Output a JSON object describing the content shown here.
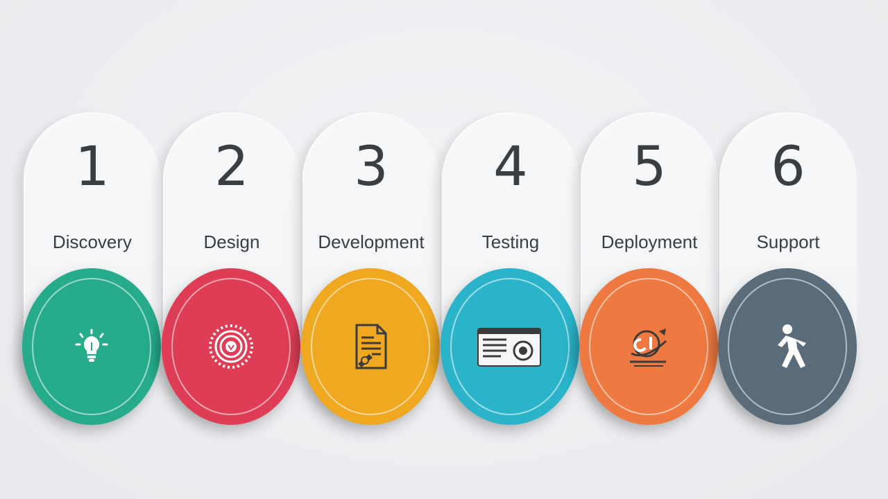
{
  "steps": [
    {
      "number": "1",
      "label": "Discovery",
      "color": "#26ab8b",
      "icon": "lightbulb-icon"
    },
    {
      "number": "2",
      "label": "Design",
      "color": "#de3d55",
      "icon": "target-gear-icon"
    },
    {
      "number": "3",
      "label": "Development",
      "color": "#efa820",
      "icon": "document-pen-icon"
    },
    {
      "number": "4",
      "label": "Testing",
      "color": "#2ab3c9",
      "icon": "browser-window-icon"
    },
    {
      "number": "5",
      "label": "Deployment",
      "color": "#ee7a41",
      "icon": "globe-rocket-icon"
    },
    {
      "number": "6",
      "label": "Support",
      "color": "#5a6b79",
      "icon": "walking-person-icon"
    }
  ]
}
